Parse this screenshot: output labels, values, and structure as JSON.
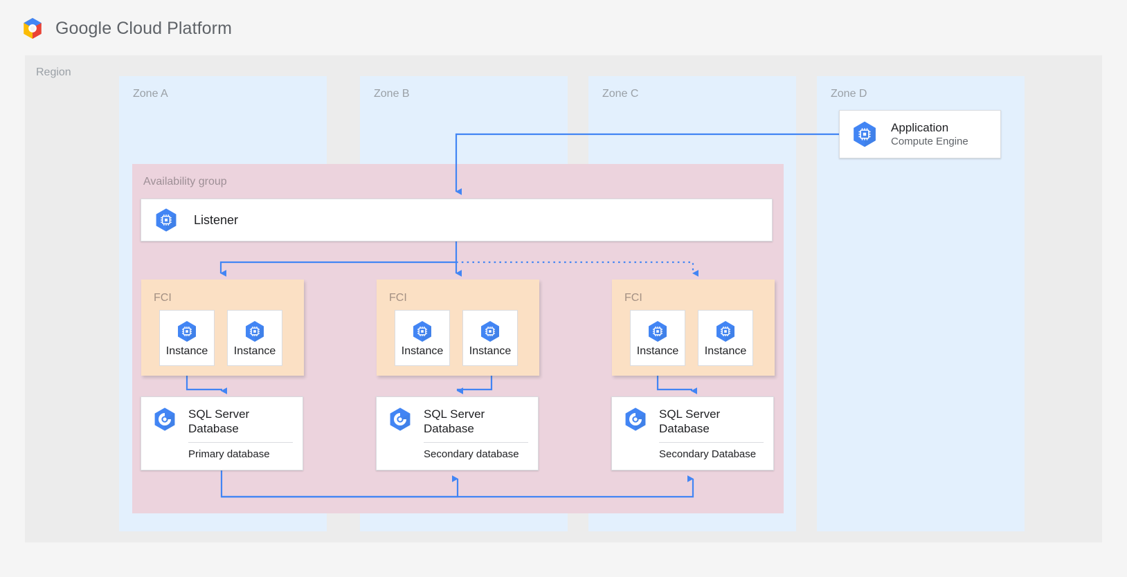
{
  "brand": {
    "logo_icon": "google-cloud-hexagon-logo",
    "name_bold": "Google",
    "name_rest": " Cloud Platform",
    "colors": {
      "logo_blue": "#4285f4",
      "logo_red": "#ea4335",
      "logo_yellow": "#fbbc05",
      "text": "#5f6368"
    }
  },
  "region": {
    "label": "Region"
  },
  "zones": [
    {
      "id": "zone-a",
      "label": "Zone A"
    },
    {
      "id": "zone-b",
      "label": "Zone B"
    },
    {
      "id": "zone-c",
      "label": "Zone C"
    },
    {
      "id": "zone-d",
      "label": "Zone D"
    }
  ],
  "availability_group": {
    "label": "Availability group"
  },
  "application": {
    "icon": "compute-engine-icon",
    "title": "Application",
    "subtitle": "Compute Engine"
  },
  "listener": {
    "icon": "compute-engine-icon",
    "label": "Listener"
  },
  "fci_clusters": [
    {
      "id": "fci-a",
      "label": "FCI",
      "instances": [
        {
          "icon": "compute-engine-icon",
          "label": "Instance"
        },
        {
          "icon": "compute-engine-icon",
          "label": "Instance"
        }
      ]
    },
    {
      "id": "fci-b",
      "label": "FCI",
      "instances": [
        {
          "icon": "compute-engine-icon",
          "label": "Instance"
        },
        {
          "icon": "compute-engine-icon",
          "label": "Instance"
        }
      ]
    },
    {
      "id": "fci-c",
      "label": "FCI",
      "instances": [
        {
          "icon": "compute-engine-icon",
          "label": "Instance"
        },
        {
          "icon": "compute-engine-icon",
          "label": "Instance"
        }
      ]
    }
  ],
  "databases": [
    {
      "id": "db-a",
      "icon": "sql-server-database-icon",
      "title": "SQL Server Database",
      "role": "Primary database"
    },
    {
      "id": "db-b",
      "icon": "sql-server-database-icon",
      "title": "SQL Server Database",
      "role": "Secondary database"
    },
    {
      "id": "db-c",
      "icon": "sql-server-database-icon",
      "title": "SQL Server Database",
      "role": "Secondary Database"
    }
  ],
  "connectors": {
    "accent": "#4285f4",
    "flows": [
      {
        "from": "application",
        "to": "listener",
        "style": "solid",
        "arrow": true
      },
      {
        "from": "listener",
        "to": "fci-a",
        "style": "solid",
        "arrow": true
      },
      {
        "from": "listener",
        "to": "fci-b",
        "style": "solid",
        "arrow": true
      },
      {
        "from": "listener",
        "to": "fci-c",
        "style": "dotted",
        "arrow": true
      },
      {
        "from": "fci-a",
        "to": "db-a",
        "style": "solid",
        "arrow": true
      },
      {
        "from": "fci-b",
        "to": "db-b",
        "style": "solid",
        "arrow": true
      },
      {
        "from": "fci-c",
        "to": "db-c",
        "style": "solid",
        "arrow": true
      },
      {
        "from": "db-a",
        "to": "db-b",
        "style": "solid",
        "arrow": true
      },
      {
        "from": "db-a",
        "to": "db-c",
        "style": "solid",
        "arrow": true
      }
    ]
  },
  "palette": {
    "page_bg": "#f5f5f5",
    "region_bg": "#ececec",
    "zone_bg": "#e3f0fd",
    "availability_group_bg": "#ecd3dd",
    "fci_bg": "#fbe0c4",
    "card_bg": "#ffffff"
  }
}
